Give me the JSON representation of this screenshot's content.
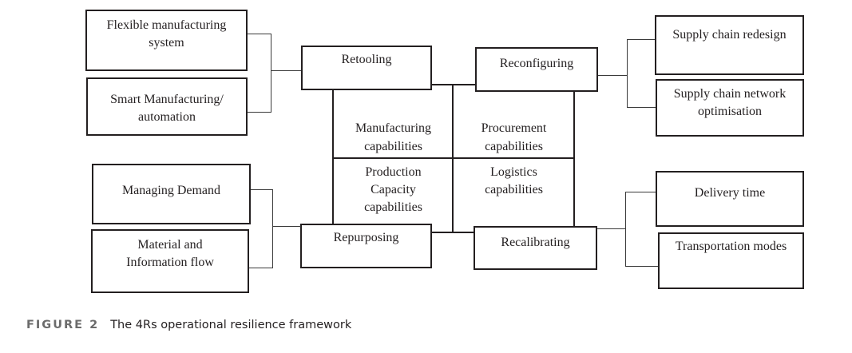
{
  "figure": {
    "caption_label": "FIGURE 2",
    "caption_text": "The 4Rs operational resilience framework"
  },
  "core": {
    "cells": [
      {
        "id": "manufacturing",
        "lines": [
          "Manufacturing",
          "capabilities"
        ]
      },
      {
        "id": "procurement",
        "lines": [
          "Procurement",
          "capabilities"
        ]
      },
      {
        "id": "production",
        "lines": [
          "Production",
          "Capacity",
          "capabilities"
        ]
      },
      {
        "id": "logistics",
        "lines": [
          "Logistics",
          "capabilities"
        ]
      }
    ]
  },
  "rs": {
    "retooling": "Retooling",
    "reconfiguring": "Reconfiguring",
    "repurposing": "Repurposing",
    "recalibrating": "Recalibrating"
  },
  "branches": {
    "retooling": [
      {
        "lines": [
          "Flexible manufacturing",
          "system"
        ]
      },
      {
        "lines": [
          "Smart Manufacturing/",
          "automation"
        ]
      }
    ],
    "reconfiguring": [
      {
        "lines": [
          "Supply chain redesign"
        ]
      },
      {
        "lines": [
          "Supply chain network",
          "optimisation"
        ]
      }
    ],
    "repurposing": [
      {
        "lines": [
          "Managing Demand"
        ]
      },
      {
        "lines": [
          "Material and",
          "Information flow"
        ]
      }
    ],
    "recalibrating": [
      {
        "lines": [
          "Delivery time"
        ]
      },
      {
        "lines": [
          "Transportation modes"
        ]
      }
    ]
  }
}
